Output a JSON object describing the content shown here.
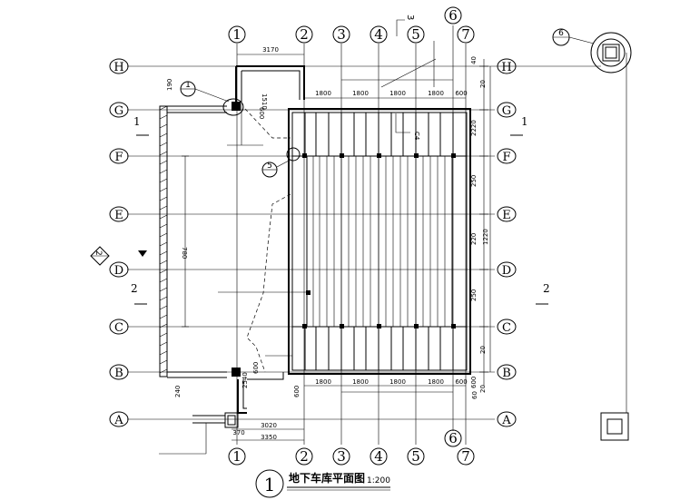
{
  "drawing": {
    "title": "地下车库平面图",
    "scale": "1:200",
    "title_bubble": "1"
  },
  "grid": {
    "columns": [
      "1",
      "2",
      "3",
      "4",
      "5",
      "6",
      "7"
    ],
    "rows": [
      "H",
      "G",
      "F",
      "E",
      "D",
      "C",
      "B",
      "A"
    ]
  },
  "dimensions": {
    "top_span": "3170",
    "top_bays": [
      "1800",
      "1800",
      "1800",
      "1800",
      "600"
    ],
    "bottom_bays": [
      "1800",
      "1800",
      "1800",
      "1800",
      "600"
    ],
    "bottom_span_1": "3020",
    "bottom_span_2": "3350",
    "right_stack": [
      "40",
      "20",
      "2220",
      "250",
      "220",
      "1220",
      "250",
      "20",
      "600",
      "20"
    ],
    "left_190": "190",
    "left_1510": "1510",
    "left_600": "600",
    "mid_780": "780",
    "bottom_left_240": "240",
    "bottom_left_2540": "2540",
    "bottom_left_600": "600",
    "bottom_left_370": "370",
    "bottom_left_600b": "600",
    "bottom_left_60": "60"
  },
  "callouts": {
    "detail_1": "1",
    "detail_5": "5",
    "detail_6": "6",
    "detail_3": "3",
    "section_1": "1",
    "section_2": "2",
    "elevation_2": "2",
    "label_c4": "C4"
  }
}
